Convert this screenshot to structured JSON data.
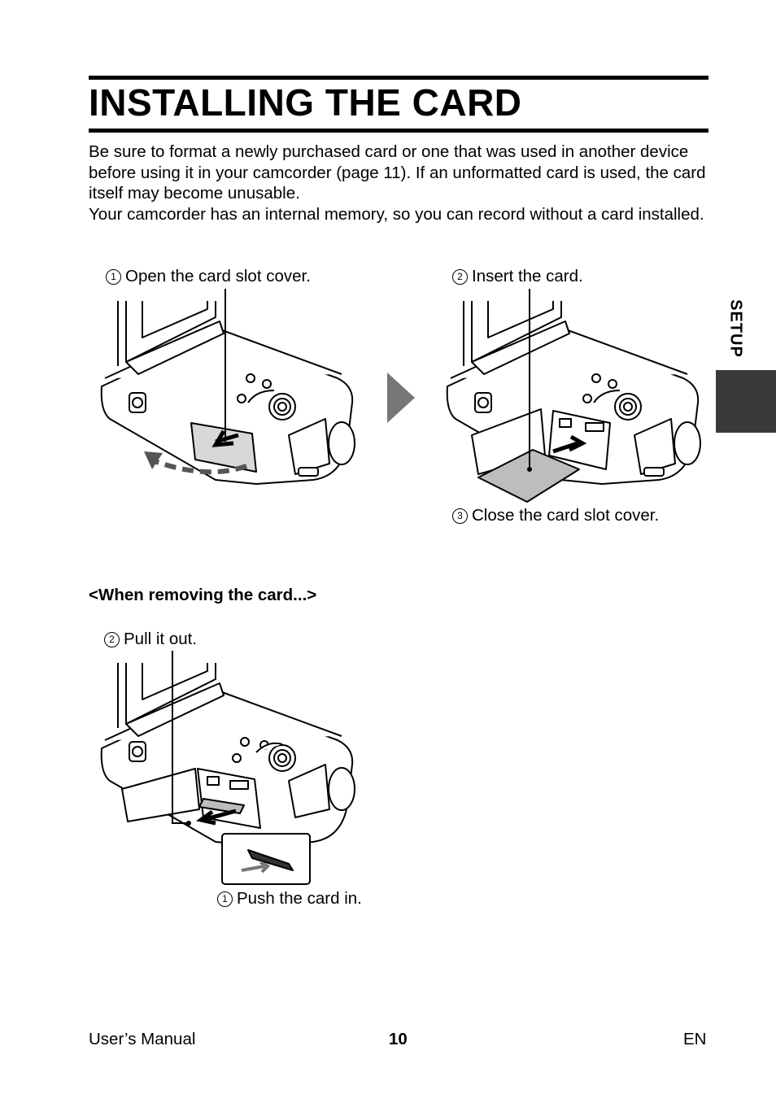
{
  "header": {
    "title": "INSTALLING THE CARD"
  },
  "intro": {
    "paragraph1": "Be sure to format a newly purchased card or one that was used in another device before using it in your camcorder (page 11). If an unformatted card is used, the card itself may become unusable.",
    "paragraph2": "Your camcorder has an internal memory, so you can record without a card installed."
  },
  "side_tab": {
    "label": "SETUP"
  },
  "installing_steps": [
    {
      "num": "1",
      "text": "Open the card slot cover."
    },
    {
      "num": "2",
      "text": "Insert the card."
    },
    {
      "num": "3",
      "text": "Close the card slot cover."
    }
  ],
  "removing": {
    "heading": "<When removing the card...>",
    "steps": [
      {
        "num": "2",
        "text": "Pull it out."
      },
      {
        "num": "1",
        "text": "Push the card in."
      }
    ]
  },
  "footer": {
    "left": "User’s Manual",
    "page": "10",
    "right": "EN"
  }
}
